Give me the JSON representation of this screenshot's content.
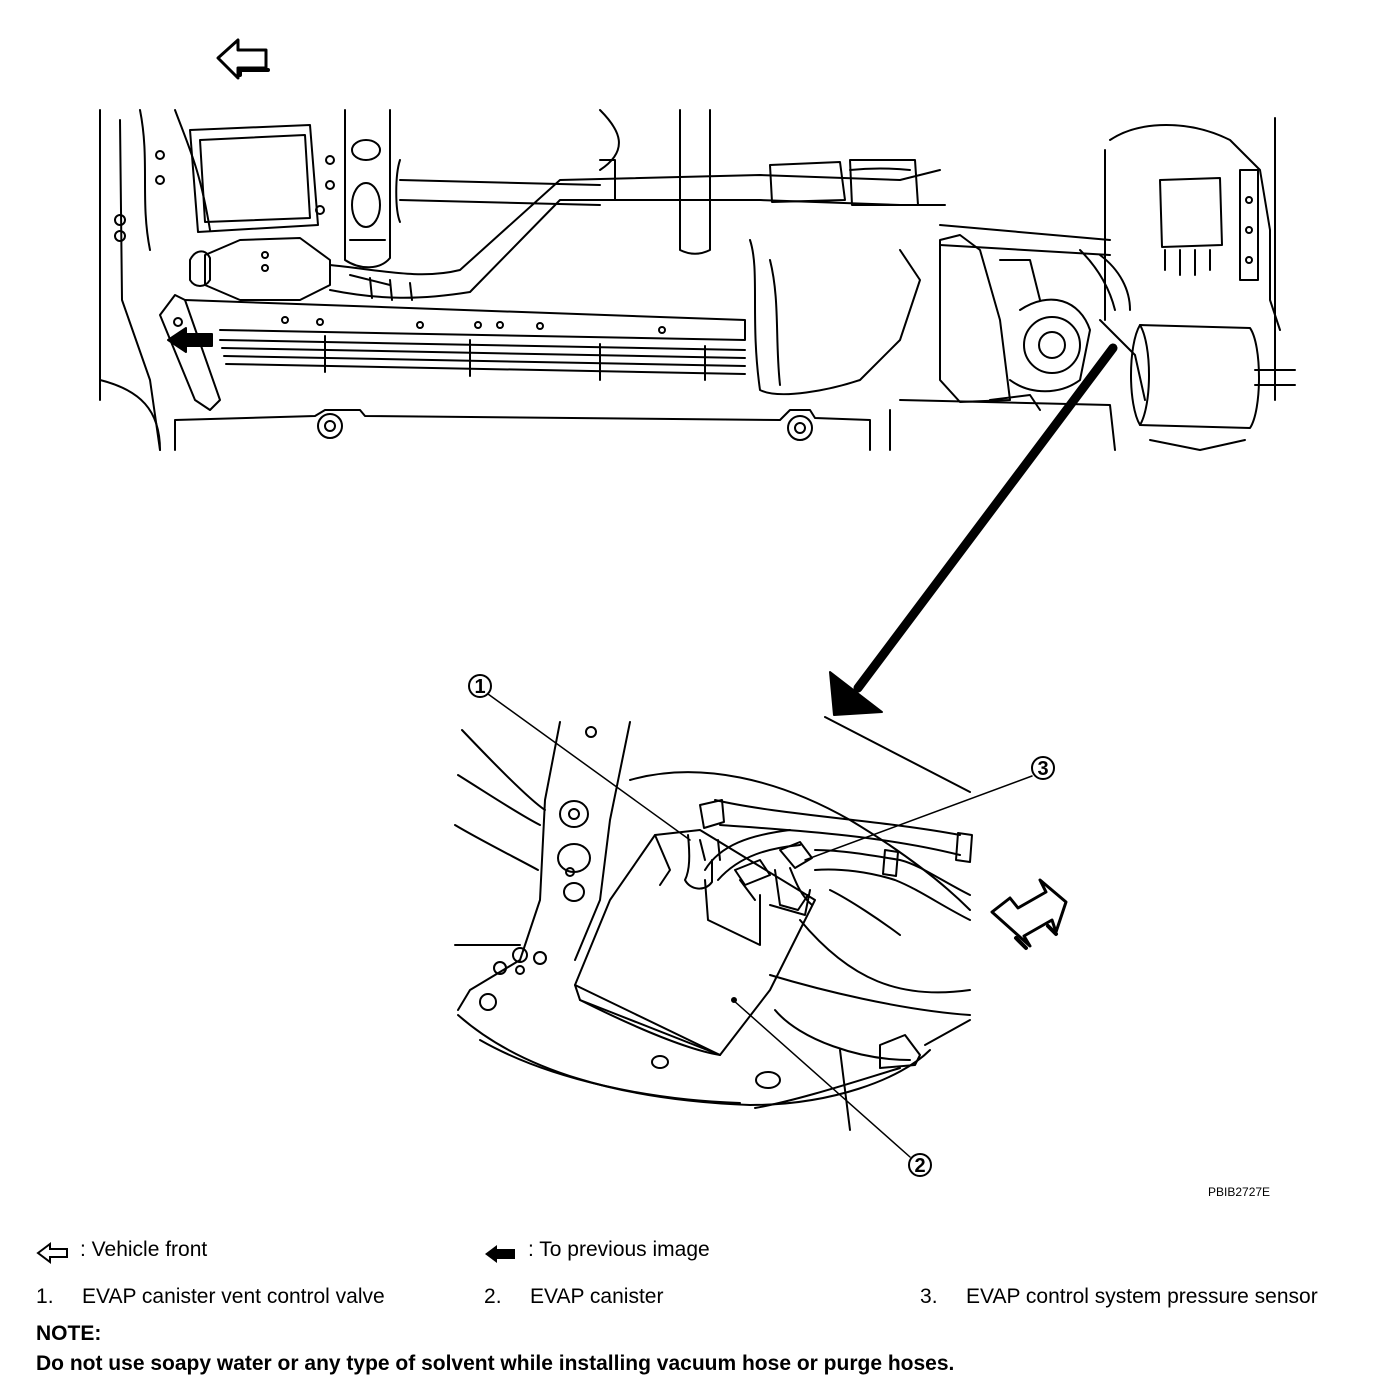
{
  "figure_id": "PBIB2727E",
  "callouts": [
    {
      "number": "1",
      "label": "EVAP canister vent control valve"
    },
    {
      "number": "2",
      "label": "EVAP canister"
    },
    {
      "number": "3",
      "label": "EVAP control system pressure sensor"
    }
  ],
  "legend": {
    "vehicle_front": {
      "icon": "hollow-arrow-left-icon",
      "text": ": Vehicle front"
    },
    "previous_image": {
      "icon": "solid-arrow-left-icon",
      "text": ": To previous image"
    }
  },
  "note": {
    "title": "NOTE:",
    "text": "Do not use soapy water or any type of solvent while installing vacuum hose or purge hoses."
  },
  "colors": {
    "ink": "#000000",
    "paper": "#ffffff"
  }
}
